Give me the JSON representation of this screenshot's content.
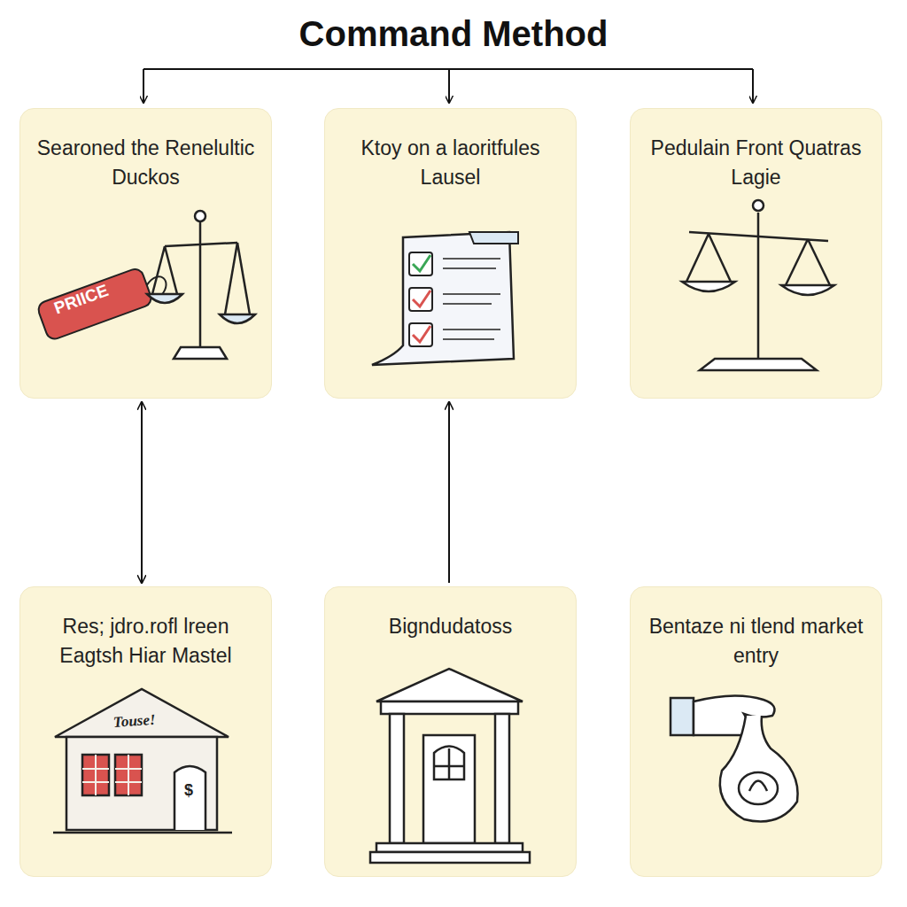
{
  "diagram": {
    "title": "Command Method",
    "nodes": [
      {
        "text": [
          "Searoned the Renelultic Duckos"
        ]
      },
      {
        "text": [
          "Ktoy on a laoritfules Lausel"
        ]
      },
      {
        "text": [
          "Pedulain Front Quatras Lagie"
        ]
      },
      {
        "text": [
          "Res; jdro.rofl lreen Eagtsh Hiar Mastel"
        ]
      },
      {
        "text": [
          "Bigndudatoss"
        ]
      },
      {
        "text": [
          "Bentaze ni tlend market entry"
        ]
      }
    ],
    "edges": [
      {
        "from": 0,
        "to": 3,
        "arrow": "both"
      },
      {
        "from": 4,
        "to": 1,
        "arrow": "to"
      }
    ],
    "labels": [
      "PRIICE",
      "Touse!",
      "$"
    ]
  }
}
